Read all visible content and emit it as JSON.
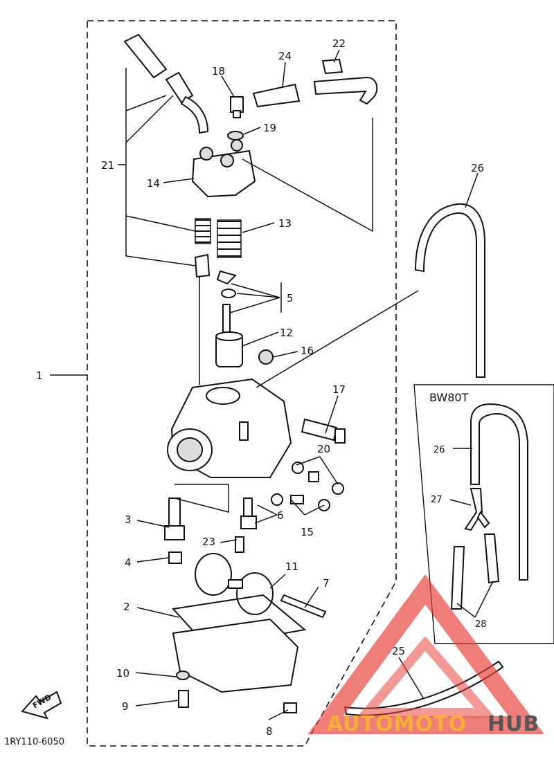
{
  "diagram": {
    "part_labels": [
      "1",
      "2",
      "3",
      "4",
      "5",
      "6",
      "7",
      "8",
      "9",
      "10",
      "11",
      "12",
      "13",
      "14",
      "15",
      "16",
      "17",
      "18",
      "19",
      "20",
      "21",
      "22",
      "23",
      "24",
      "25",
      "26",
      "27",
      "28"
    ],
    "inset_title": "BW80T",
    "inset_labels": [
      "26",
      "27",
      "28"
    ],
    "fwd_label": "FWD",
    "drawing_code": "1RY110-6050"
  },
  "watermark": {
    "text_auto": "AUTOMOTO",
    "text_hub": "HUB",
    "color_primary": "#e8423a",
    "color_accent": "#f5a623",
    "color_hub": "#444444"
  }
}
